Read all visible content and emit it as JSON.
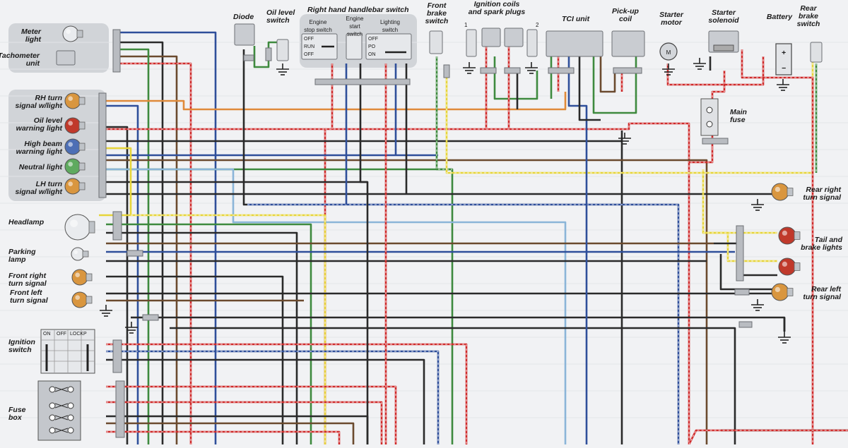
{
  "labels": {
    "meter_light": [
      "Meter",
      "light"
    ],
    "tachometer_unit": [
      "Tachometer",
      "unit"
    ],
    "rh_turn_signal": [
      "RH turn",
      "signal w/light"
    ],
    "oil_level_warning": [
      "Oil level",
      "warning light"
    ],
    "high_beam_warning": [
      "High beam",
      "warning light"
    ],
    "neutral_light": [
      "Neutral light"
    ],
    "lh_turn_signal": [
      "LH turn",
      "signal w/light"
    ],
    "headlamp": [
      "Headlamp"
    ],
    "parking_lamp": [
      "Parking",
      "lamp"
    ],
    "front_right_turn": [
      "Front right",
      "turn signal"
    ],
    "front_left_turn": [
      "Front left",
      "turn signal"
    ],
    "ignition_switch": [
      "Ignition",
      "switch"
    ],
    "fuse_box": [
      "Fuse",
      "box"
    ],
    "diode": [
      "Diode"
    ],
    "oil_level_switch": [
      "Oil level",
      "switch"
    ],
    "rh_handlebar_switch": [
      "Right hand handlebar switch"
    ],
    "engine_stop_switch": [
      "Engine",
      "stop switch"
    ],
    "engine_start_switch": [
      "Engine",
      "start",
      "switch"
    ],
    "lighting_switch": [
      "Lighting",
      "switch"
    ],
    "front_brake_switch": [
      "Front",
      "brake",
      "switch"
    ],
    "ignition_coils": [
      "Ignition coils",
      "and spark plugs"
    ],
    "tci_unit": [
      "TCI unit"
    ],
    "pickup_coil": [
      "Pick-up",
      "coil"
    ],
    "starter_motor": [
      "Starter",
      "motor"
    ],
    "starter_solenoid": [
      "Starter",
      "solenoid"
    ],
    "battery": [
      "Battery"
    ],
    "rear_brake_switch": [
      "Rear",
      "brake",
      "switch"
    ],
    "main_fuse": [
      "Main",
      "fuse"
    ],
    "rear_right_turn": [
      "Rear right",
      "turn signal"
    ],
    "tail_brake_lights": [
      "Tail and",
      "brake lights"
    ],
    "rear_left_turn": [
      "Rear left",
      "turn signal"
    ]
  },
  "switch_text": {
    "stop": [
      "OFF",
      "RUN",
      "OFF"
    ],
    "lighting": [
      "OFF",
      "PO",
      "ON"
    ],
    "ignition": [
      "ON",
      "OFF",
      "LOCK",
      "P"
    ],
    "coil_numbers": [
      "1",
      "2"
    ],
    "motor_letter": "M",
    "battery_plus": "+",
    "battery_minus": "−"
  },
  "colors": {
    "background": "#f1f2f4",
    "panel": "#c9ccd1",
    "red": "#cf2b2b",
    "blue": "#2f4f9a",
    "lightblue": "#8bb5d8",
    "black": "#2a2a2a",
    "brown": "#6b4a2e",
    "green": "#3e8a3e",
    "yellow": "#e7d53a",
    "orange": "#e08a3a",
    "grey": "#8a8a8a",
    "lamp_orange": "#d9963f",
    "lamp_red": "#c0392b",
    "lamp_blue": "#4d6fb5",
    "lamp_green": "#5faa5f",
    "lamp_white": "#e9ebee"
  },
  "icons": [
    "ground-icon",
    "bulb-icon",
    "motor-icon",
    "battery-icon",
    "fuse-icon",
    "connector-icon"
  ]
}
